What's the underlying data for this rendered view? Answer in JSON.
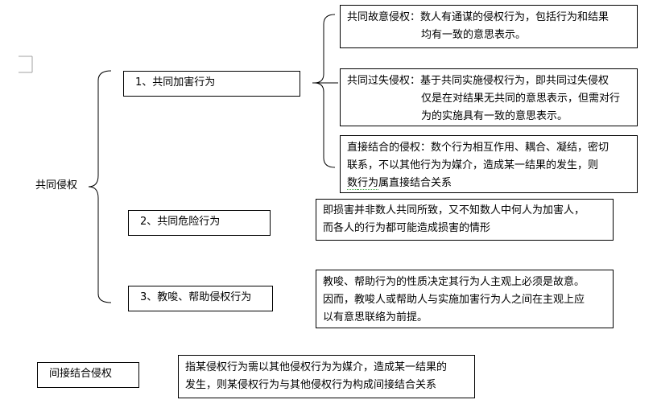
{
  "root": {
    "label": "共同侵权"
  },
  "categories": [
    {
      "label": "1、共同加害行为"
    },
    {
      "label": "2、共同危险行为"
    },
    {
      "label": "3、教唆、帮助侵权行为"
    }
  ],
  "details": {
    "intent": {
      "line1": "共同故意侵权：数人有通谋的侵权行为，包括行为和结果",
      "line2": "均有一致的意思表示。"
    },
    "negligence": {
      "line1": "共同过失侵权：基于共同实施侵权行为，即共同过失侵权",
      "line2": "仅是在对结果无共同的意思表示，但需对行",
      "line3": "为的实施具有一致的意思表示。"
    },
    "direct": {
      "line1": "直接结合的侵权：数个行为相互作用、耦合、凝结，密切",
      "line2": "联系，不以其他行为为媒介，造成某一结果的发生，则",
      "line3_mark": "数",
      "line3_a": "行为",
      "line3_b": "属直接结合关系"
    },
    "danger": {
      "line1": "即损害并非数人共同所致，又不知数人中何人为加害人，",
      "line2": "而各人的行为都可能造成损害的情形"
    },
    "abet": {
      "line1": "教唆、帮助行为的性质决定其行为人主观上必须是故意。",
      "line2": "因而，教唆人或帮助人与实施加害行为人之间在主观上应",
      "line3": "以有意思联络为前提。"
    }
  },
  "indirect": {
    "label": "间接结合侵权",
    "line1": "指某侵权行为需以其他侵权行为为媒介，造成某一结果的",
    "line2": "发生，则某侵权行为与其他侵权行为构成间接结合关系"
  }
}
